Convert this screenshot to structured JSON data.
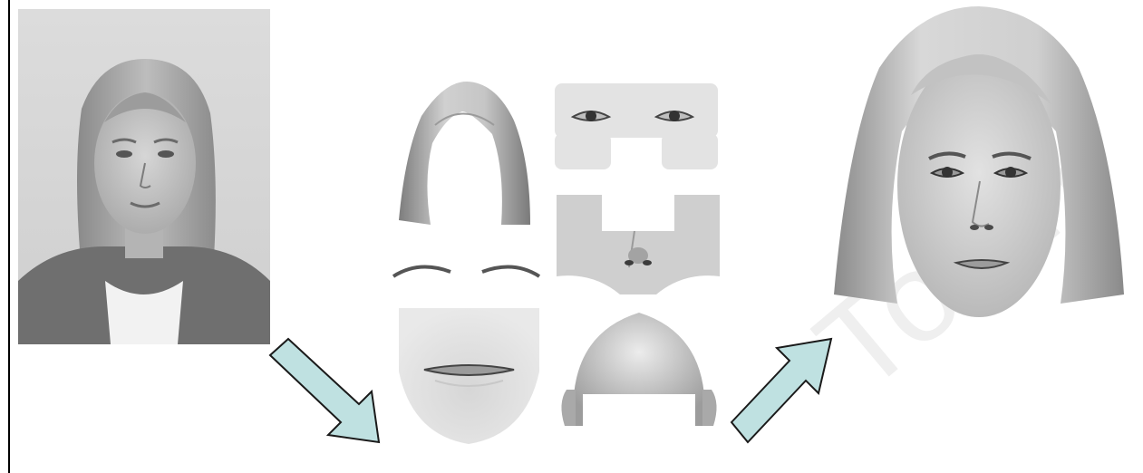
{
  "watermark": {
    "text": "Town"
  },
  "colors": {
    "arrow_fill": "#bfe1e1",
    "arrow_stroke": "#1a1a1a",
    "background": "#ffffff"
  },
  "figure": {
    "source": {
      "kind": "photograph",
      "subject": "woman-portrait"
    },
    "parts": [
      "hair",
      "eyes",
      "eyebrows",
      "nose",
      "mouth-chin",
      "head-shape"
    ],
    "result": {
      "kind": "composite-sketch"
    }
  }
}
